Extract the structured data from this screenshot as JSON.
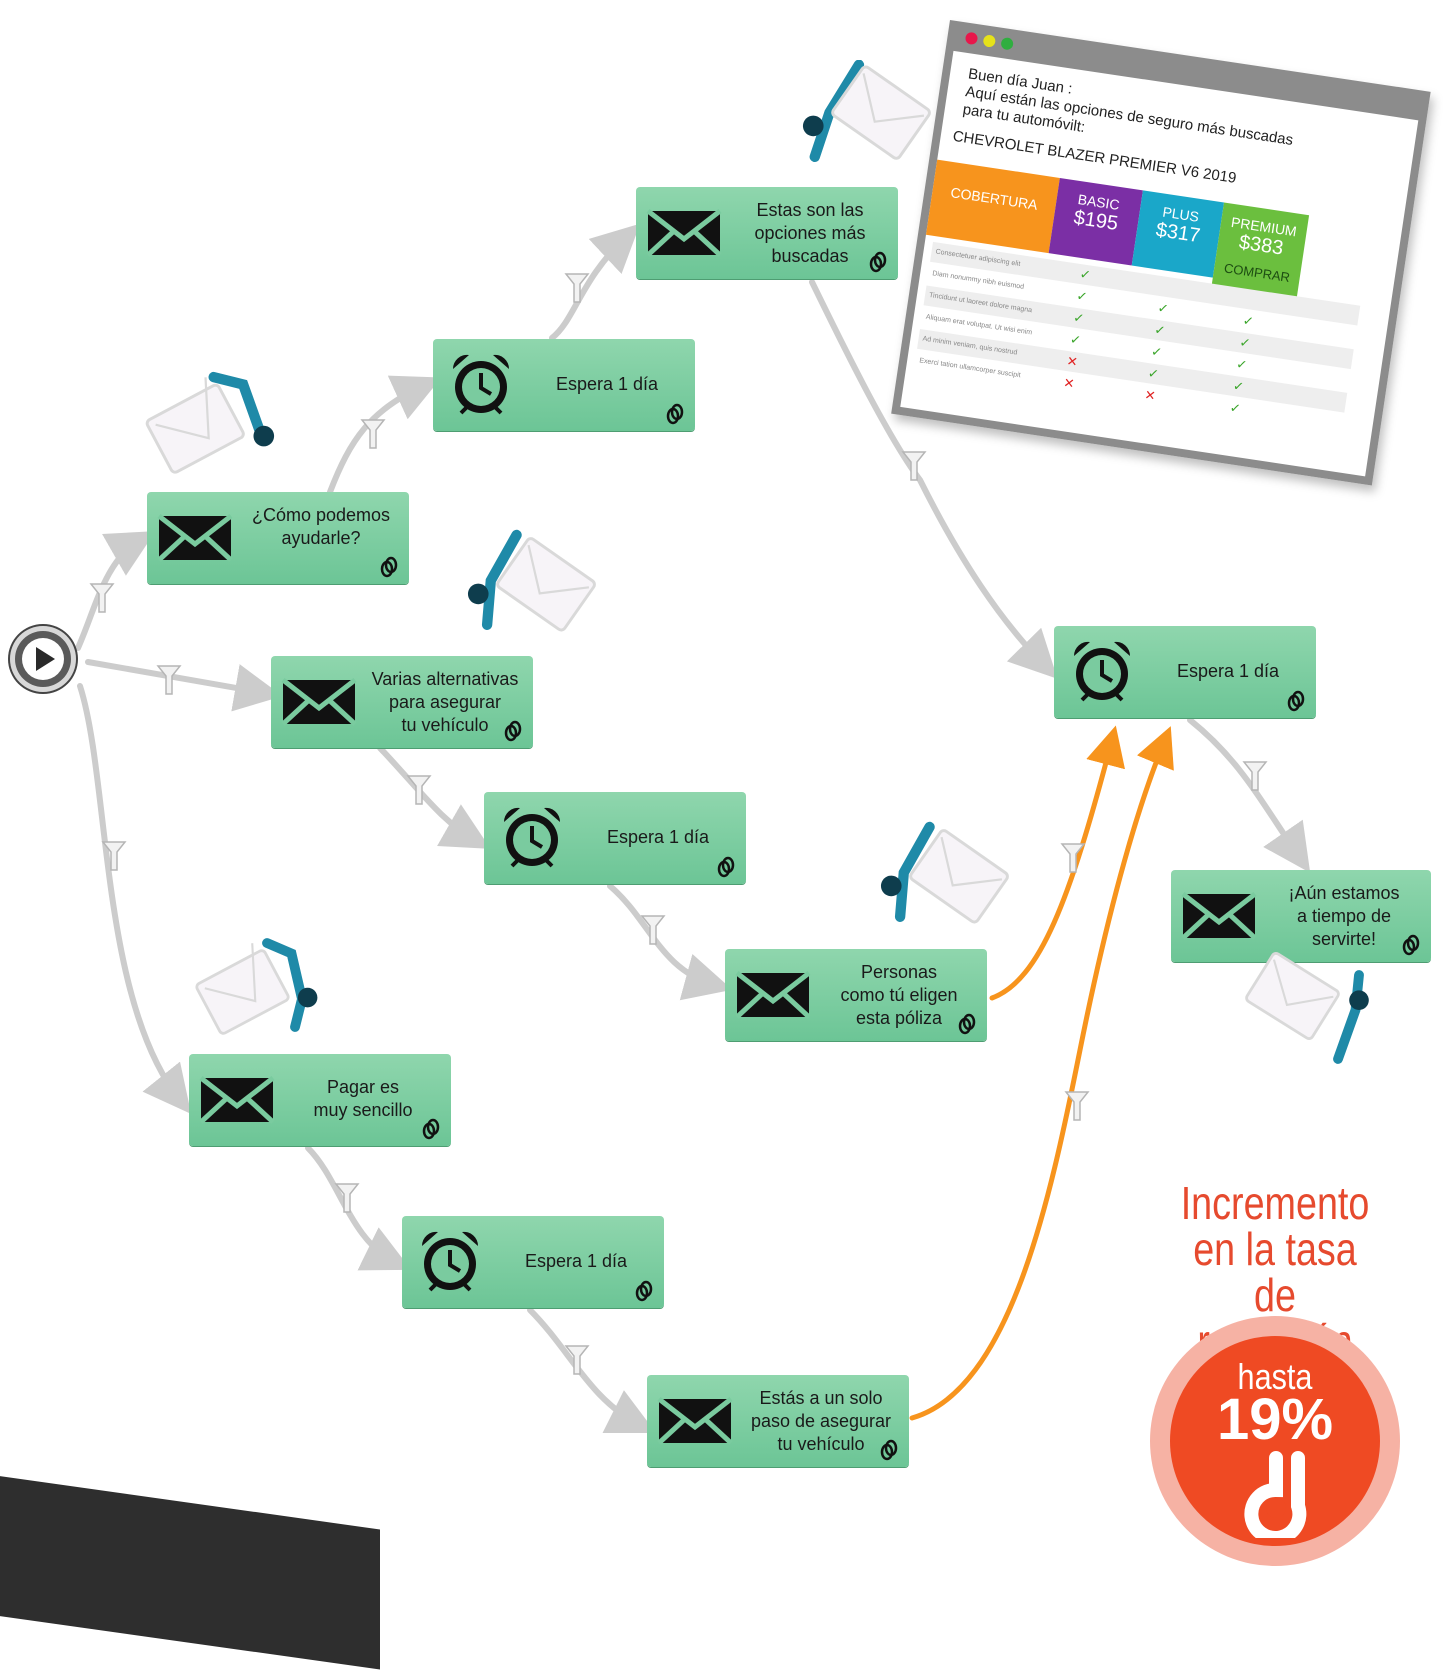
{
  "nodes": {
    "email_ayudarle": {
      "type": "email",
      "label": "¿Cómo podemos\nayudarle?"
    },
    "wait_1": {
      "type": "wait",
      "label": "Espera 1 día"
    },
    "email_opciones": {
      "type": "email",
      "label": "Estas son las\nopciones más\nbuscadas"
    },
    "email_alternativas": {
      "type": "email",
      "label": "Varias alternativas\npara asegurar\ntu vehículo"
    },
    "wait_2": {
      "type": "wait",
      "label": "Espera 1 día"
    },
    "email_personas": {
      "type": "email",
      "label": "Personas\ncomo tú eligen\nesta póliza"
    },
    "email_pagar": {
      "type": "email",
      "label": "Pagar es\nmuy sencillo"
    },
    "wait_3": {
      "type": "wait",
      "label": "Espera 1 día"
    },
    "email_solo_paso": {
      "type": "email",
      "label": "Estás a un solo\npaso de asegurar\ntu vehículo"
    },
    "wait_4": {
      "type": "wait",
      "label": "Espera 1 día"
    },
    "email_a_tiempo": {
      "type": "email",
      "label": "¡Aún estamos\na tiempo de\nservirte!"
    }
  },
  "icons": {
    "start": "play-icon",
    "email": "envelope-icon",
    "wait": "alarm-clock-icon",
    "link": "link-icon",
    "filter": "funnel-icon"
  },
  "email_preview": {
    "greeting_line1": "Buen día Juan :",
    "greeting_line2": "Aquí están las opciones de seguro más buscadas",
    "greeting_line3": "para tu automóvilt:",
    "vehicle": "CHEVROLET BLAZER PREMIER V6 2019",
    "coverage_label": "COBERTURA",
    "plans": [
      {
        "name": "BASIC",
        "price": "$195",
        "color": "#7b2fa5"
      },
      {
        "name": "PLUS",
        "price": "$317",
        "color": "#1aa7c9"
      },
      {
        "name": "PREMIUM",
        "price": "$383",
        "cta": "COMPRAR",
        "color": "#6bbf3e"
      }
    ],
    "coverage_color": "#f7941d",
    "rows": [
      {
        "label": "Consectetuer adipiscing elit",
        "basic": "✓",
        "plus": "",
        "premium": ""
      },
      {
        "label": "Diam nonummy nibh euismod",
        "basic": "✓",
        "plus": "✓",
        "premium": "✓"
      },
      {
        "label": "Tincidunt ut laoreet dolore magna",
        "basic": "✓",
        "plus": "✓",
        "premium": "✓"
      },
      {
        "label": "Aliquam erat volutpat. Ut wisi enim",
        "basic": "✓",
        "plus": "✓",
        "premium": "✓"
      },
      {
        "label": "Ad minim veniam, quis nostrud",
        "basic": "✕",
        "plus": "✓",
        "premium": "✓"
      },
      {
        "label": "Exerci tation ullamcorper suscipit",
        "basic": "✕",
        "plus": "✕",
        "premium": "✓"
      }
    ]
  },
  "headline": {
    "line1": "Incremento",
    "line2": "en la tasa de",
    "line3": "retención"
  },
  "badge": {
    "prefix": "hasta",
    "value": "19%"
  },
  "colors": {
    "node": "#7acb9f",
    "arrow_gray": "#cccccc",
    "arrow_orange": "#f7941d",
    "accent": "#ef4a23"
  }
}
